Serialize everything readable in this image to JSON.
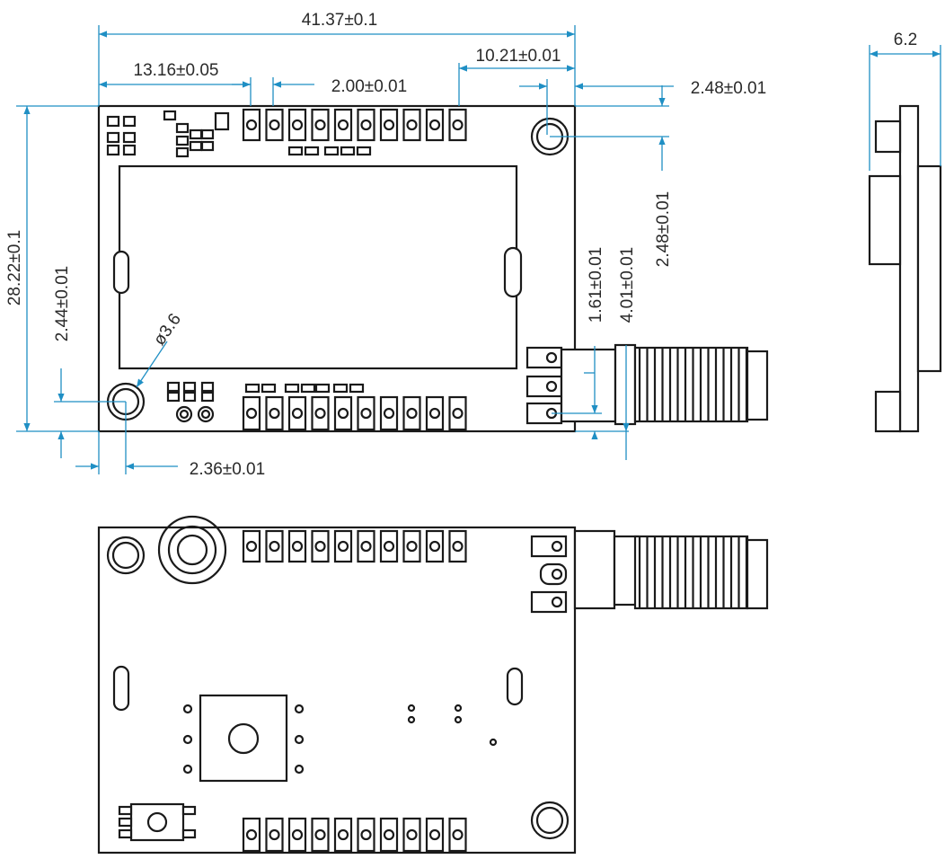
{
  "dimensions": {
    "overall_width": "41.37±0.1",
    "left_to_pin": "13.16±0.05",
    "pin_pitch": "2.00±0.01",
    "right_offset": "10.21±0.01",
    "hole_top_offset": "2.48±0.01",
    "hole_right_offset": "2.48±0.01",
    "overall_height": "28.22±0.1",
    "hole_bottom_offset": "2.44±0.01",
    "hole_left_offset": "2.36±0.01",
    "hole_diameter": "ø3.6",
    "connector_a": "1.61±0.01",
    "connector_b": "4.01±0.01",
    "thickness": "6.2"
  },
  "colors": {
    "outline": "#1a1a1a",
    "dimension": "#1f8fc4"
  }
}
